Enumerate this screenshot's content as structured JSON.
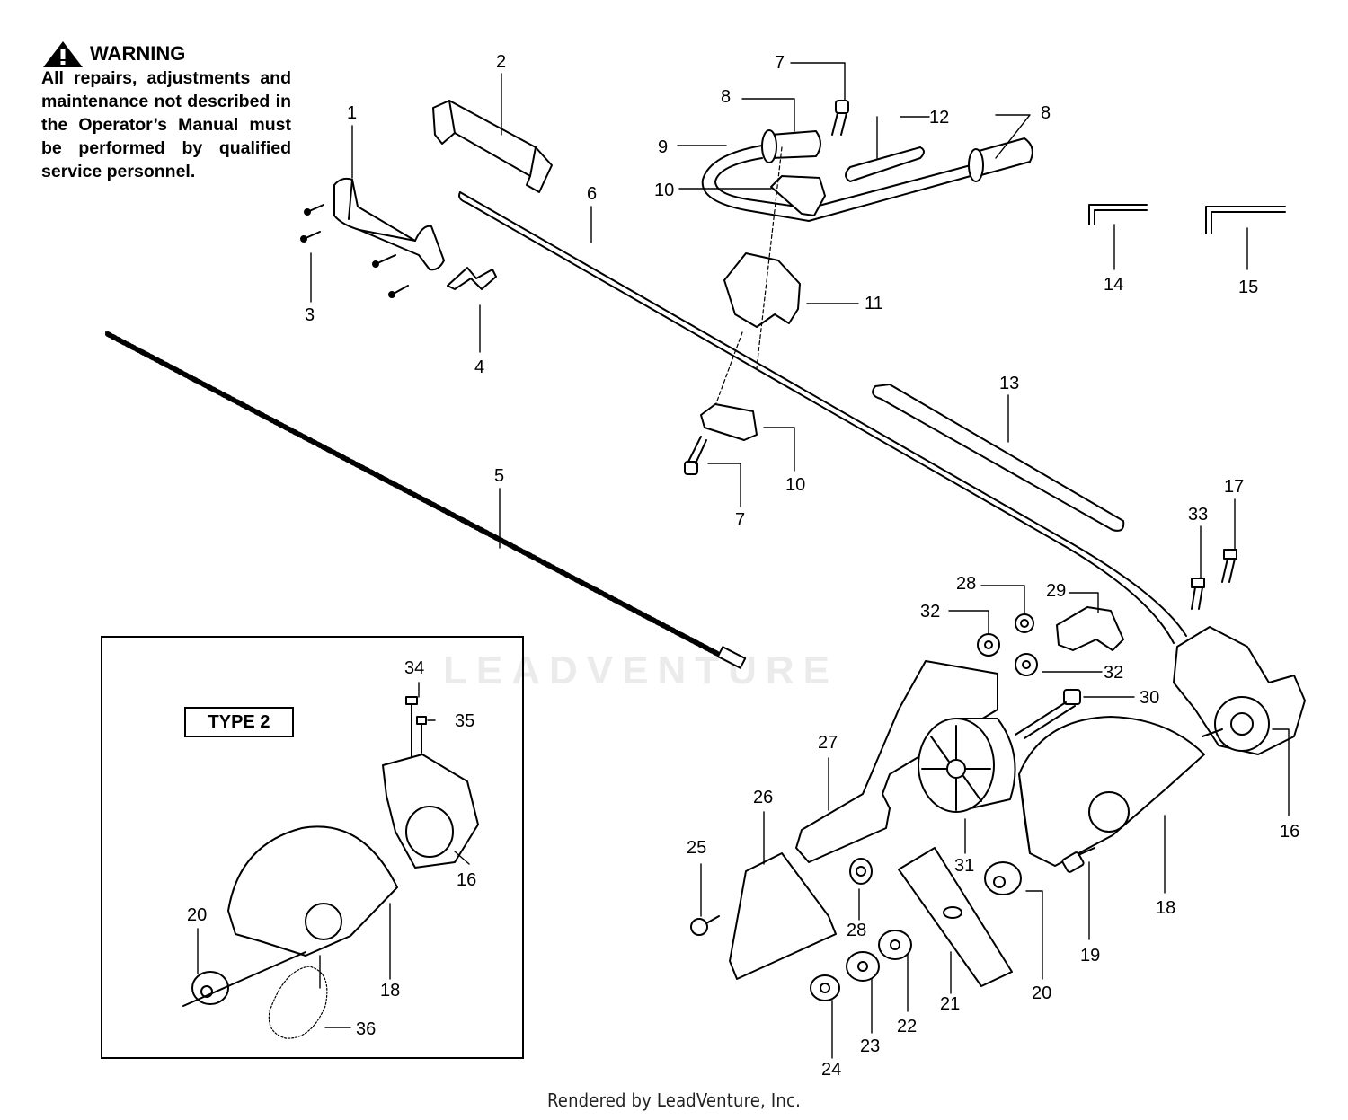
{
  "warning": {
    "title": "WARNING",
    "text": "All repairs, adjustments and maintenance not described in the Operator’s Manual must be performed by qualified service personnel."
  },
  "inset": {
    "label": "TYPE 2"
  },
  "watermark": "LEADVENTURE",
  "footer": "Rendered by LeadVenture, Inc.",
  "callouts": {
    "c1": "1",
    "c2": "2",
    "c3": "3",
    "c4": "4",
    "c5": "5",
    "c6": "6",
    "c7a": "7",
    "c7b": "7",
    "c8a": "8",
    "c8b": "8",
    "c9": "9",
    "c10a": "10",
    "c10b": "10",
    "c11": "11",
    "c12": "12",
    "c13": "13",
    "c14": "14",
    "c15": "15",
    "c16a": "16",
    "c16b": "16",
    "c17": "17",
    "c18a": "18",
    "c18b": "18",
    "c19": "19",
    "c20a": "20",
    "c20b": "20",
    "c21": "21",
    "c22": "22",
    "c23": "23",
    "c24": "24",
    "c25": "25",
    "c26": "26",
    "c27": "27",
    "c28a": "28",
    "c28b": "28",
    "c29": "29",
    "c30": "30",
    "c31": "31",
    "c32a": "32",
    "c32b": "32",
    "c33": "33",
    "c34": "34",
    "c35": "35",
    "c36": "36"
  }
}
